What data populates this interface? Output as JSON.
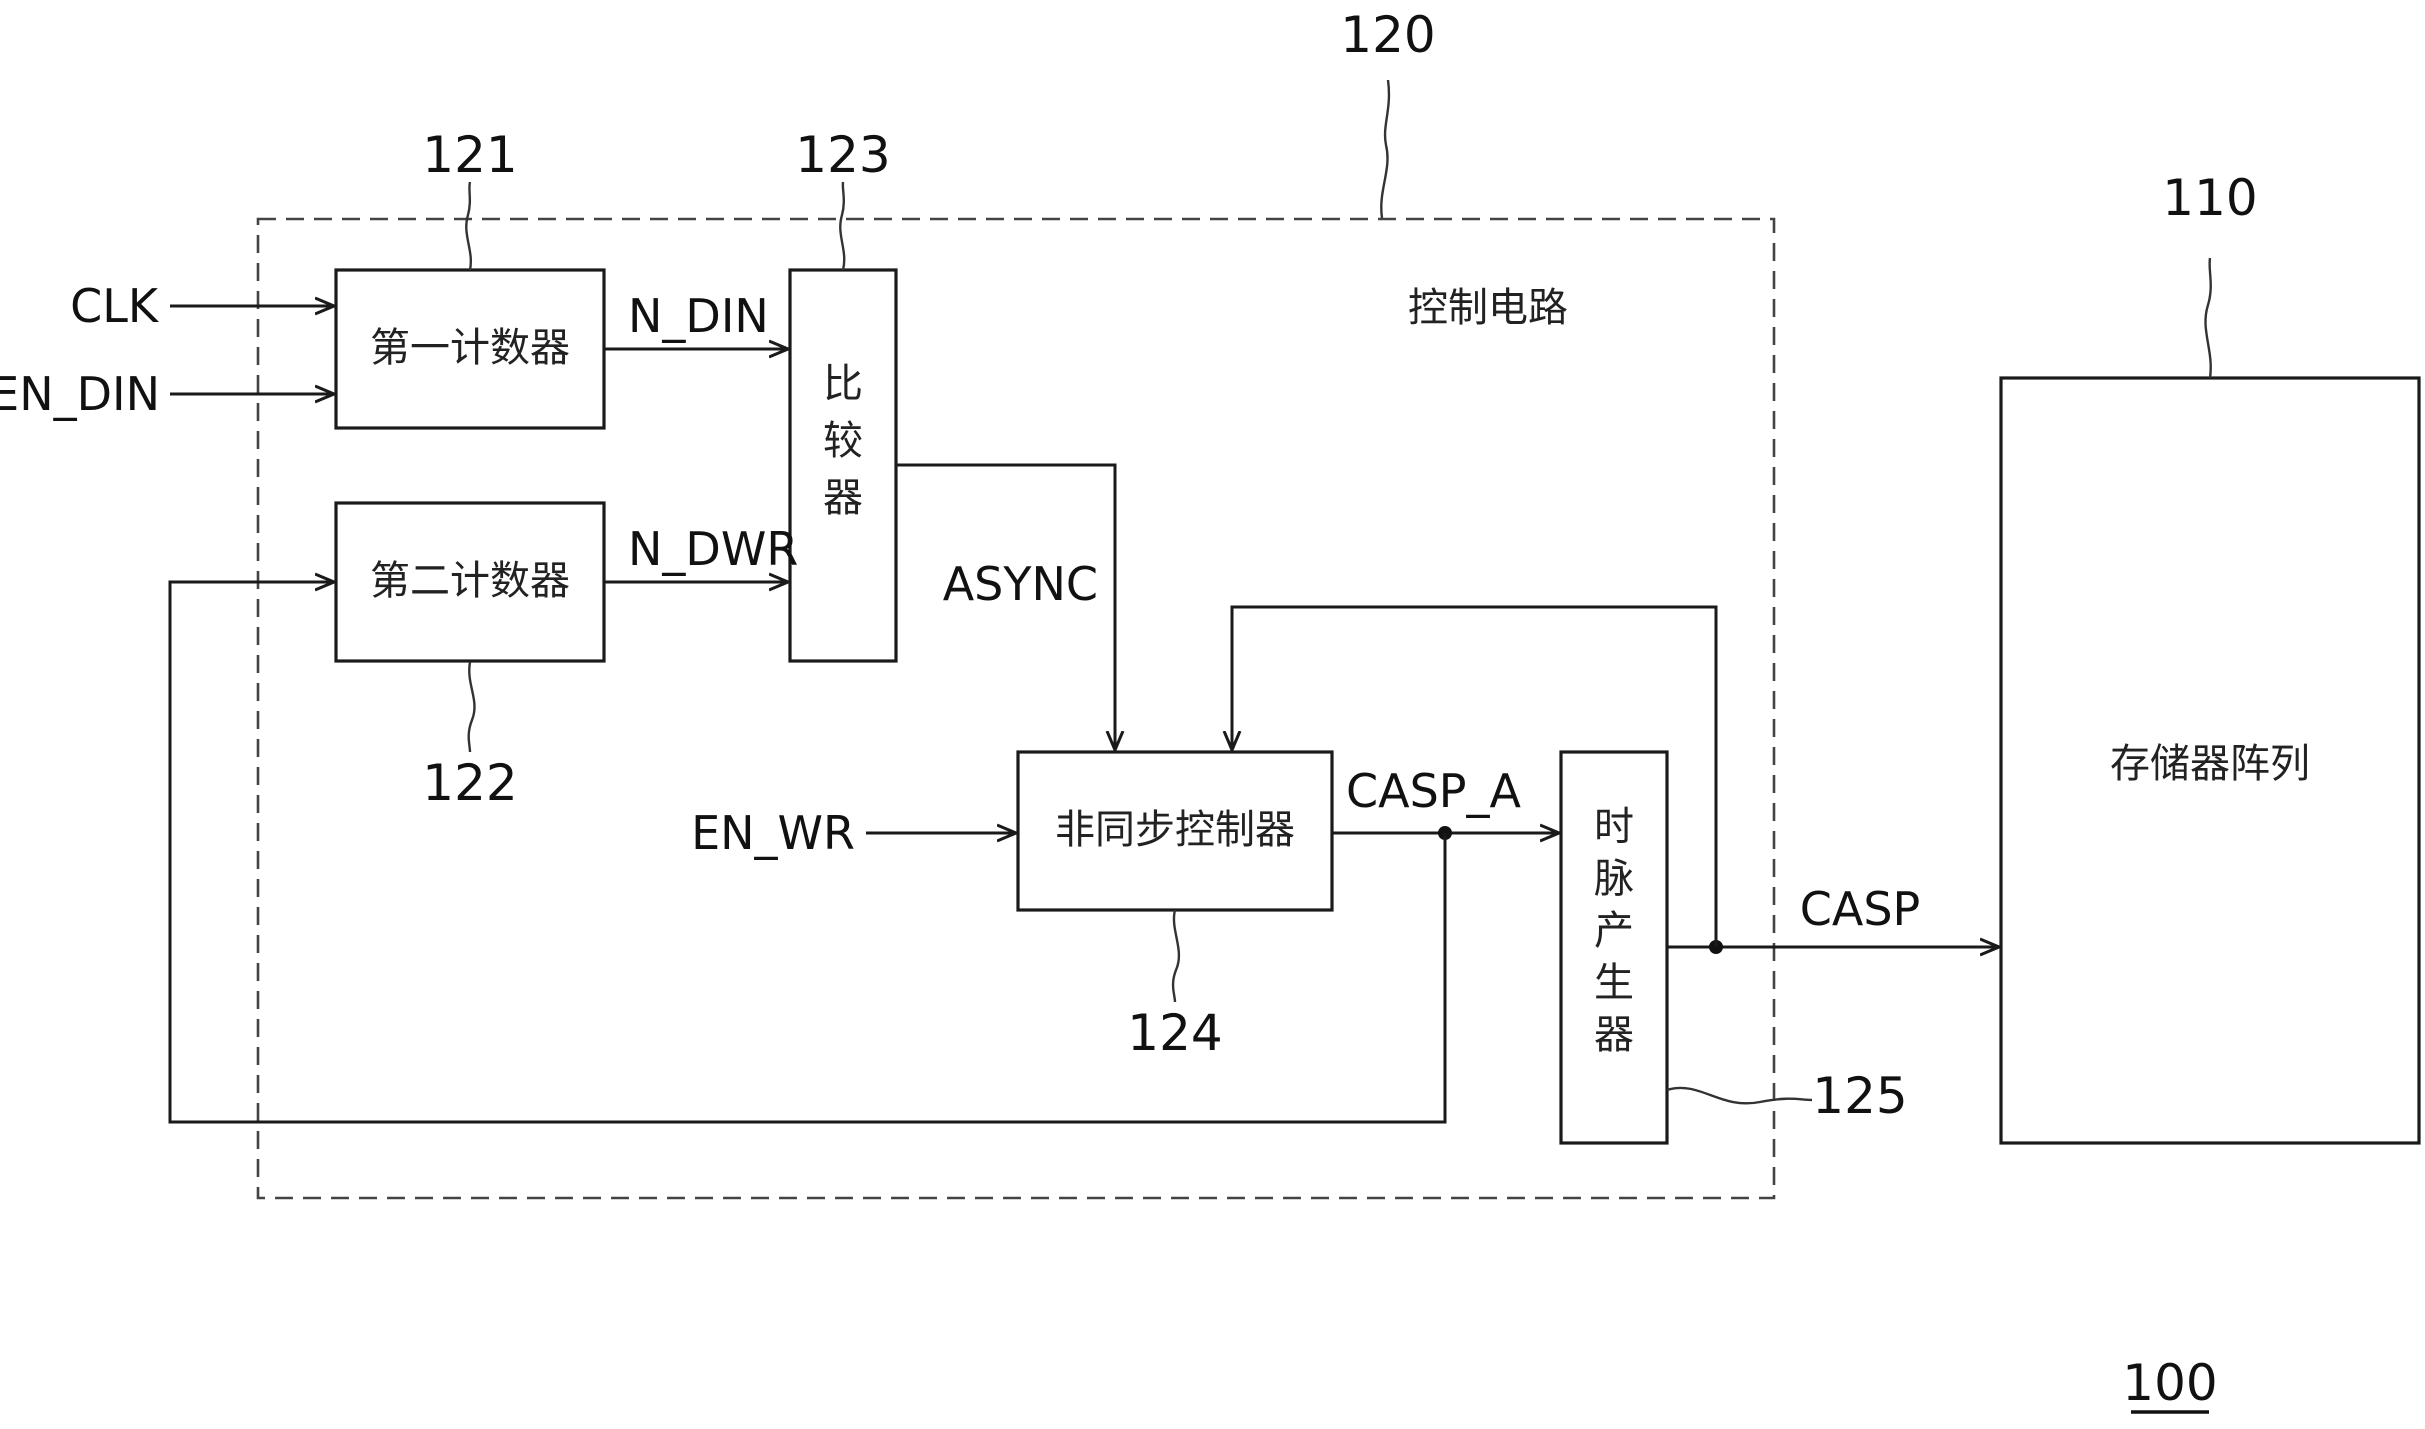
{
  "figure": {
    "ref": "100",
    "control_circuit": {
      "ref": "120",
      "label": "控制电路"
    },
    "blocks": {
      "counter1": {
        "ref": "121",
        "label": "第一计数器"
      },
      "counter2": {
        "ref": "122",
        "label": "第二计数器"
      },
      "comparator": {
        "ref": "123",
        "label": "比较器"
      },
      "async_ctrl": {
        "ref": "124",
        "label": "非同步控制器"
      },
      "clock_gen": {
        "ref": "125",
        "label": "时脉产生器"
      },
      "memory": {
        "ref": "110",
        "label": "存储器阵列"
      }
    },
    "signals": {
      "clk": "CLK",
      "en_din": "EN_DIN",
      "n_din": "N_DIN",
      "n_dwr": "N_DWR",
      "async": "ASYNC",
      "en_wr": "EN_WR",
      "casp_a": "CASP_A",
      "casp": "CASP"
    }
  }
}
